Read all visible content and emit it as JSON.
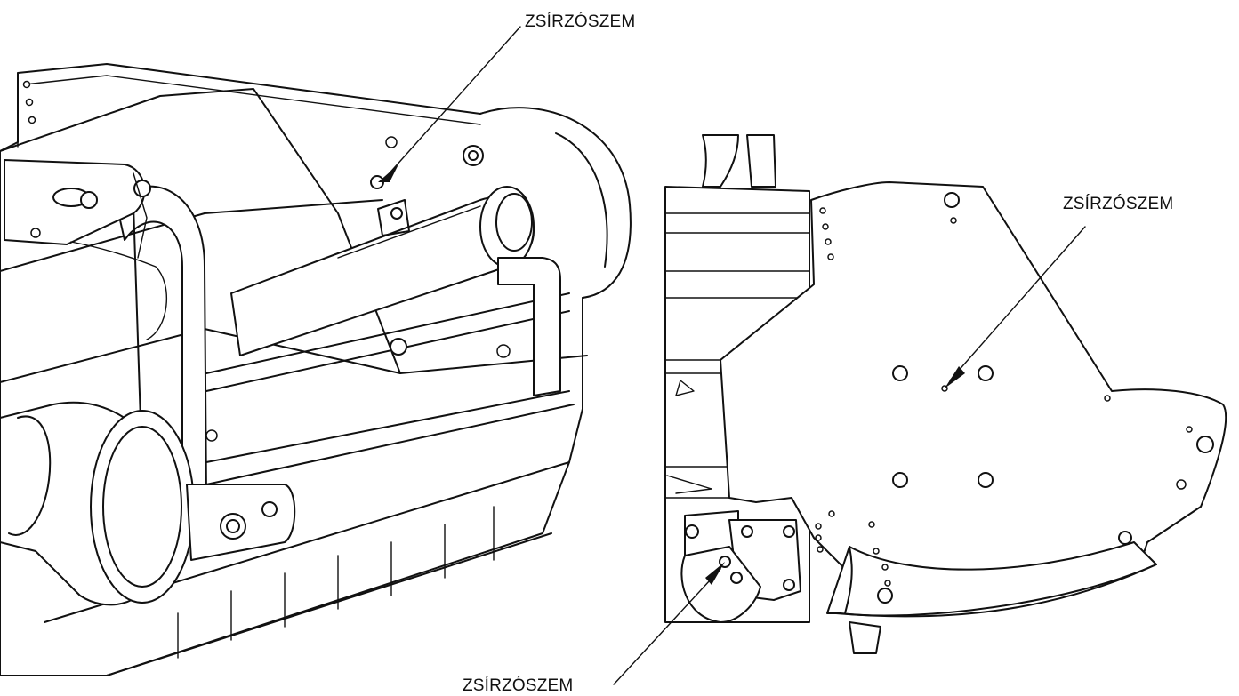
{
  "labels": {
    "top_left_callout": "ZSÍRZÓSZEM",
    "right_callout": "ZSÍRZÓSZEM",
    "bottom_callout": "ZSÍRZÓSZEM"
  }
}
